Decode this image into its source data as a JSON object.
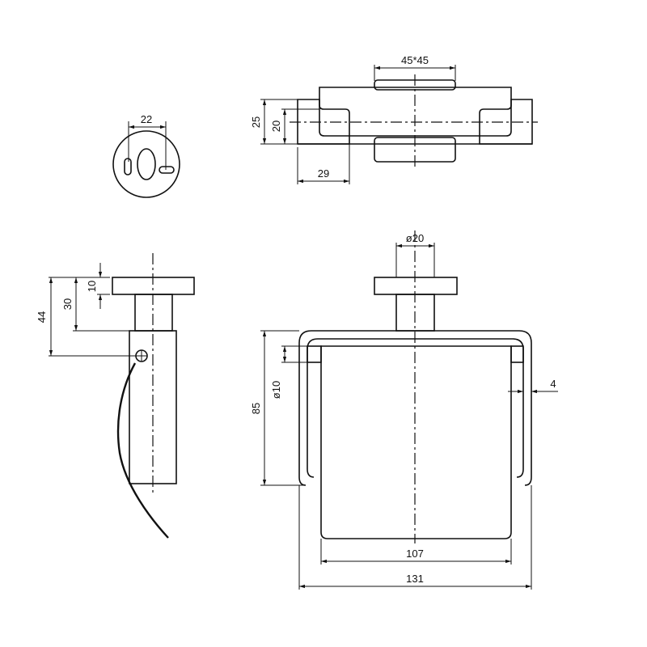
{
  "drawing": {
    "title": "Toilet roll holder technical drawing",
    "colors": {
      "line": "#111111",
      "background": "#ffffff"
    },
    "dimensions": {
      "plate_slot_spacing": "22",
      "base_size": "45*45",
      "top_outer_height": "25",
      "top_inner_height": "20",
      "top_side_width": "29",
      "side_plate_thickness": "10",
      "side_mount_depth": "30",
      "side_pivot_depth": "44",
      "stem_diameter": "ø20",
      "frame_height": "85",
      "rod_diameter": "ø10",
      "frame_wall": "4",
      "roll_width": "107",
      "overall_width": "131"
    }
  }
}
